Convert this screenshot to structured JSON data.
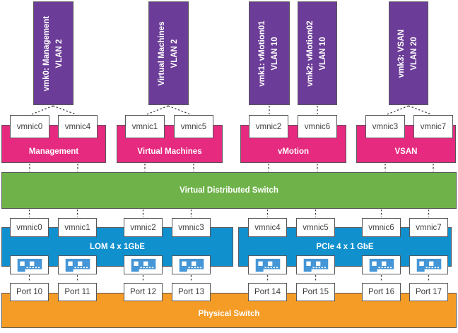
{
  "colors": {
    "purple": "#6C3D98",
    "magenta": "#E62A80",
    "green": "#6FB24A",
    "blue": "#1190CE",
    "orange": "#F59C27",
    "nic_icon_blue": "#4596D6",
    "box_border": "#58595B",
    "connector": "#3F3F3F"
  },
  "vmkernels": [
    {
      "line1": "vmk0: Management",
      "line2": "VLAN 2"
    },
    {
      "line1": "Virtual Machines",
      "line2": "VLAN 2"
    },
    {
      "line1": "vmk1: vMotion01",
      "line2": "VLAN 10"
    },
    {
      "line1": "vmk2: vMotion02",
      "line2": "VLAN 10"
    },
    {
      "line1": "vmk3: VSAN",
      "line2": "VLAN 20"
    }
  ],
  "uplinks": [
    "vmnic0",
    "vmnic4",
    "vmnic1",
    "vmnic5",
    "vmnic2",
    "vmnic6",
    "vmnic3",
    "vmnic7"
  ],
  "portgroups": [
    "Management",
    "Virtual Machines",
    "vMotion",
    "VSAN"
  ],
  "vds_label": "Virtual Distributed Switch",
  "host_nics": [
    "vmnic0",
    "vmnic1",
    "vmnic2",
    "vmnic3",
    "vmnic4",
    "vmnic5",
    "vmnic6",
    "vmnic7"
  ],
  "adapters": [
    "LOM 4 x 1GbE",
    "PCIe 4 x 1 GbE"
  ],
  "switch_ports": [
    "Port 10",
    "Port 11",
    "Port 12",
    "Port 13",
    "Port 14",
    "Port 15",
    "Port 16",
    "Port 17"
  ],
  "physical_switch_label": "Physical Switch"
}
